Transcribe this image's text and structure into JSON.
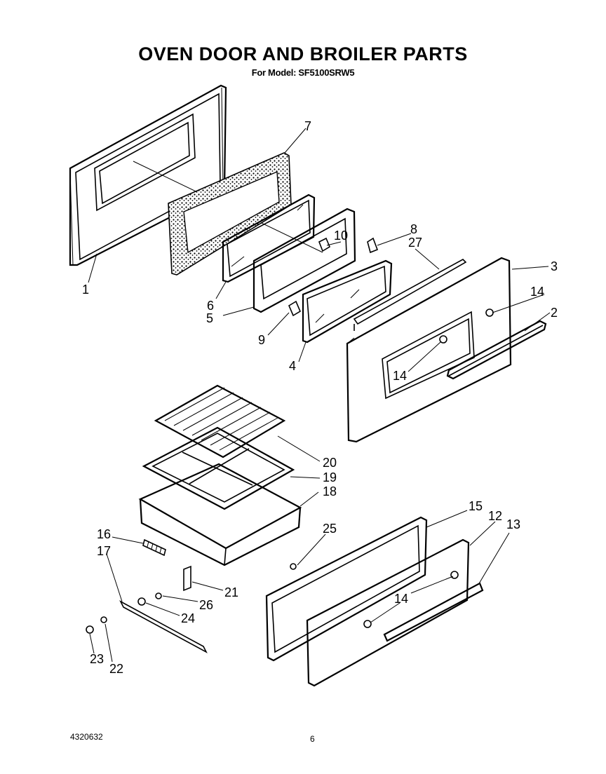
{
  "title": "OVEN DOOR AND BROILER PARTS",
  "subtitle": "For Model: SF5100SRW5",
  "doc_number": "4320632",
  "page_number": "6",
  "callouts": [
    "1",
    "2",
    "3",
    "4",
    "5",
    "6",
    "7",
    "8",
    "9",
    "10",
    "12",
    "13",
    "14",
    "14",
    "14",
    "14",
    "15",
    "16",
    "17",
    "18",
    "19",
    "20",
    "21",
    "22",
    "23",
    "24",
    "25",
    "26",
    "27"
  ]
}
